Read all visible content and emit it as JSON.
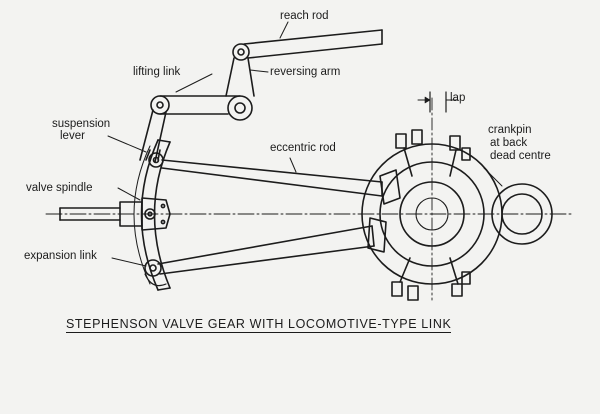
{
  "labels": {
    "reach_rod": "reach rod",
    "lifting_link": "lifting link",
    "reversing_arm": "reversing arm",
    "lap": "lap",
    "suspension_lever_1": "suspension",
    "suspension_lever_2": "lever",
    "eccentric_rod": "eccentric rod",
    "crankpin_1": "crankpin",
    "crankpin_2": "at back",
    "crankpin_3": "dead centre",
    "valve_spindle": "valve spindle",
    "expansion_link": "expansion link"
  },
  "title": "STEPHENSON VALVE GEAR WITH LOCOMOTIVE-TYPE LINK",
  "colors": {
    "ink": "#1c1c1c",
    "paper": "#f3f3f1"
  }
}
